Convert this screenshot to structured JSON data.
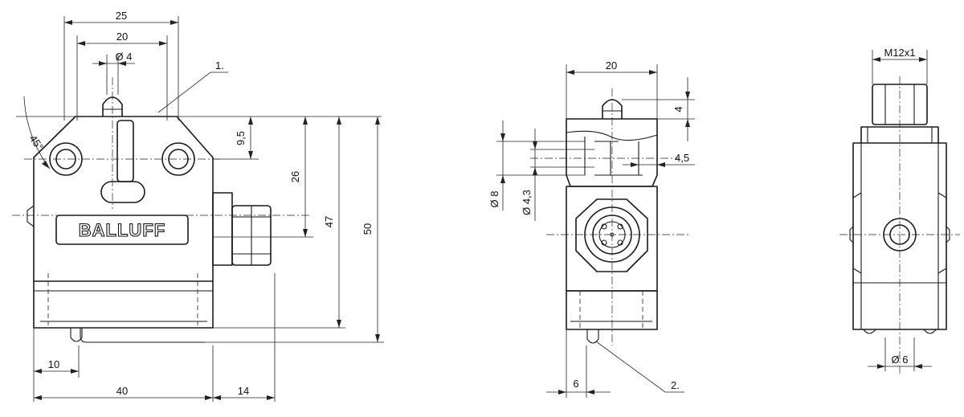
{
  "front_view": {
    "dim_width_total": "25",
    "dim_width_holes": "20",
    "dim_plunger": "Ø 4",
    "callout_1": "1.",
    "dim_angle": "45°",
    "dim_plunger_height": "9,5",
    "dim_axis_height": "26",
    "dim_height_body": "47",
    "dim_height_total": "50",
    "brand_logo": "BALLUFF",
    "dim_offset": "10",
    "dim_width_body": "40",
    "dim_connector": "14"
  },
  "side_view": {
    "dim_width": "20",
    "dim_plunger_travel": "4",
    "dim_counterbore": "Ø 8",
    "dim_hole": "Ø 4,3",
    "dim_counterbore_depth": "4,5",
    "dim_offset": "6",
    "callout_2": "2."
  },
  "rear_view": {
    "dim_thread": "M12x1",
    "dim_bottom": "Ø 6"
  }
}
